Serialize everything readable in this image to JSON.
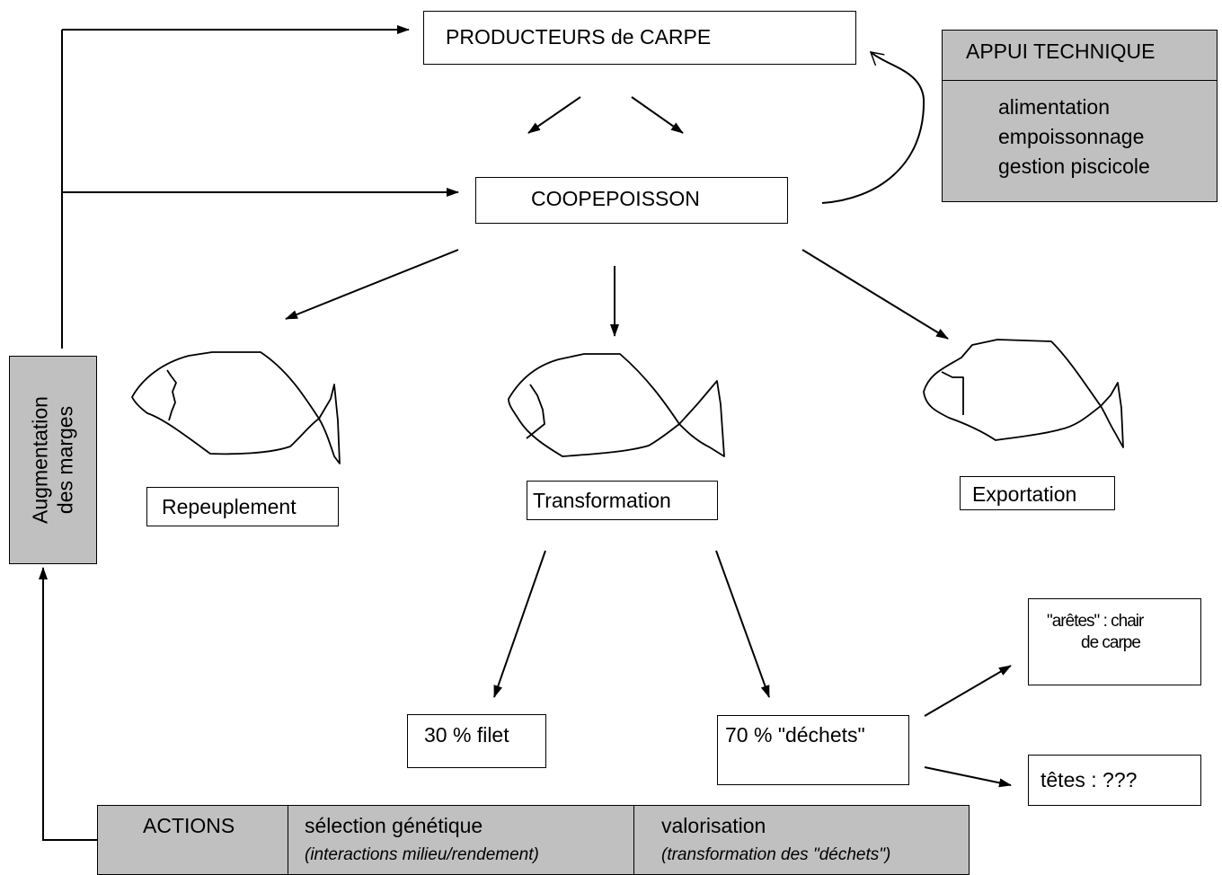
{
  "producteurs": "PRODUCTEURS de CARPE",
  "coopepoisson": "COOPEPOISSON",
  "appui": {
    "title": "APPUI TECHNIQUE",
    "items": [
      "alimentation",
      "empoissonnage",
      "gestion piscicole"
    ]
  },
  "marges": [
    "Augmentation",
    "des marges"
  ],
  "destinations": {
    "repeuplement": "Repeuplement",
    "transformation": "Transformation",
    "exportation": "Exportation"
  },
  "filet": "30 % filet",
  "dechets": "70 % \"déchets\"",
  "aretes": [
    "\"arêtes\" : chair",
    "de carpe"
  ],
  "tetes": "têtes : ???",
  "actions": {
    "label": "ACTIONS",
    "genetique": {
      "title": "sélection génétique",
      "sub": "(interactions milieu/rendement)"
    },
    "valorisation": {
      "title": "valorisation",
      "sub": "(transformation des \"déchets\")"
    }
  },
  "colors": {
    "gray_fill": "#c0c0c0",
    "line": "#000000"
  }
}
